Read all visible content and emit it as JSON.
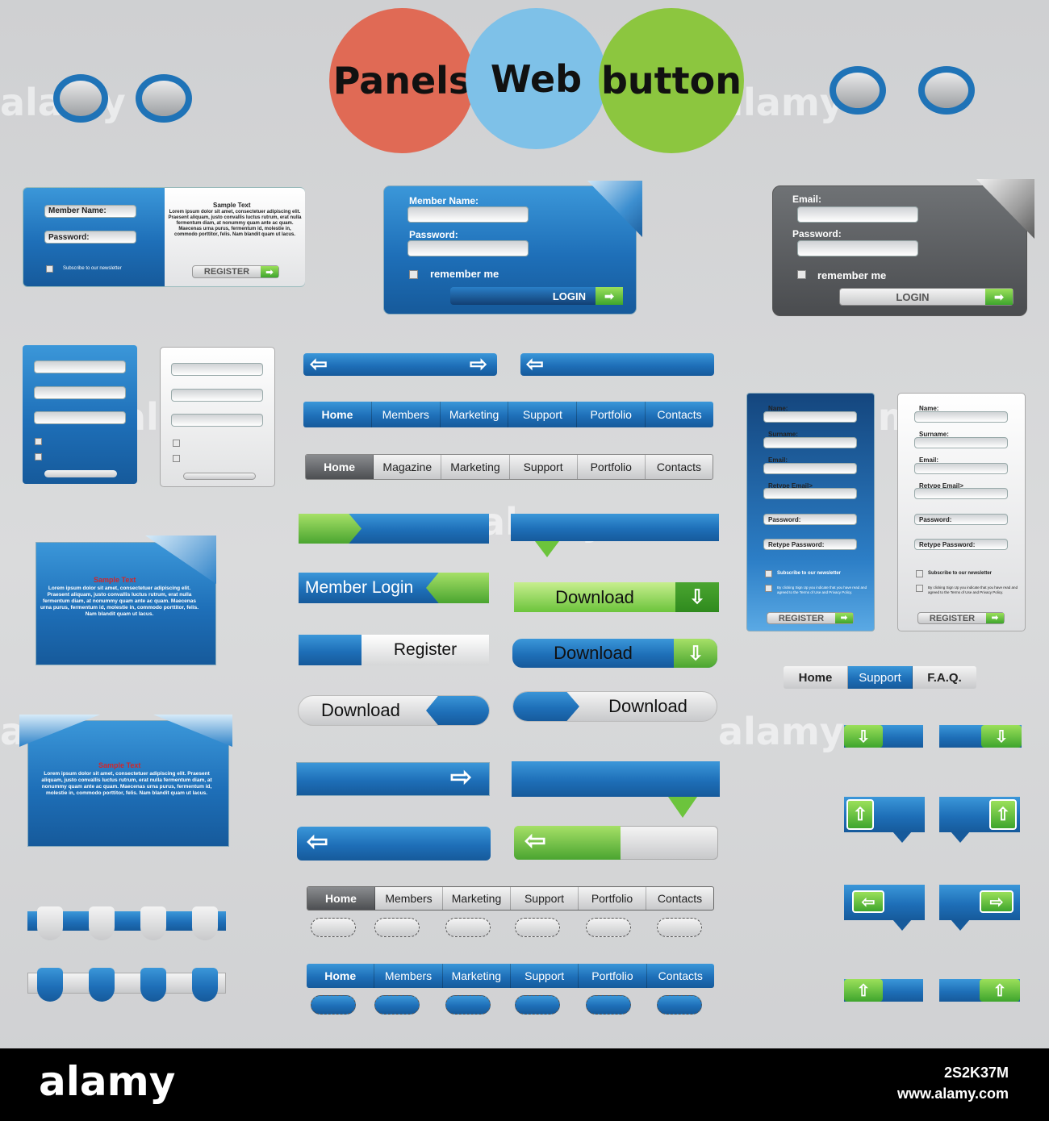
{
  "title": {
    "w1": "Panels",
    "w2": "Web",
    "w3": "button"
  },
  "colors": {
    "blue": "#1f73b7",
    "green": "#5cbf2a",
    "red": "#e06a55",
    "light_blue": "#7ec1e8",
    "lime": "#8cc63f"
  },
  "panel1": {
    "member_name": "Member Name:",
    "password": "Password:",
    "sample_title": "Sample Text",
    "body": "Lorem ipsum dolor sit amet, consectetuer adipiscing elit. Praesent aliquam, justo convallis luctus rutrum, erat nulla fermentum diam, at nonummy quam ante ac quam. Maecenas urna purus, fermentum id, molestie in, commodo porttitor, felis. Nam blandit quam ut lacus.",
    "newsletter": "Subscribe to our newsletter",
    "register": "REGISTER"
  },
  "panel2": {
    "member_name": "Member Name:",
    "password": "Password:",
    "remember": "remember me",
    "login": "LOGIN"
  },
  "panel3": {
    "email": "Email:",
    "password": "Password:",
    "remember": "remember me",
    "login": "LOGIN"
  },
  "nav_blue_top": [
    "Home",
    "Members",
    "Marketing",
    "Support",
    "Portfolio",
    "Contacts"
  ],
  "nav_grey_top": [
    "Home",
    "Magazine",
    "Marketing",
    "Support",
    "Portfolio",
    "Contacts"
  ],
  "sample_blocks": {
    "title": "Sample Text",
    "body": "Lorem ipsum dolor sit amet, consectetuer adipiscing elit. Praesent aliquam, justo convallis luctus rutrum, erat nulla fermentum diam, at nonummy quam ante ac quam. Maecenas urna purus, fermentum id, molestie in, commodo porttitor, felis. Nam blandit quam ut lacus."
  },
  "buttons": {
    "member_login": "Member Login",
    "download": "Download",
    "register": "Register"
  },
  "signup_form": {
    "fields": [
      "Name:",
      "Surname:",
      "Email:",
      "Retype Email>",
      "Password:",
      "Retype Password:"
    ],
    "newsletter": "Subscribe to our newsletter",
    "terms": "By clicking Sign Up you indicate that you have read and agreed to the Terms of Use and Privacy Policy.",
    "register": "REGISTER"
  },
  "small_nav": [
    "Home",
    "Support",
    "F.A.Q."
  ],
  "nav_grey_bottom": [
    "Home",
    "Members",
    "Marketing",
    "Support",
    "Portfolio",
    "Contacts"
  ],
  "nav_blue_bottom": [
    "Home",
    "Members",
    "Marketing",
    "Support",
    "Portfolio",
    "Contacts"
  ],
  "watermark": {
    "brand": "alamy",
    "image_id": "2S2K37M",
    "url": "www.alamy.com"
  }
}
